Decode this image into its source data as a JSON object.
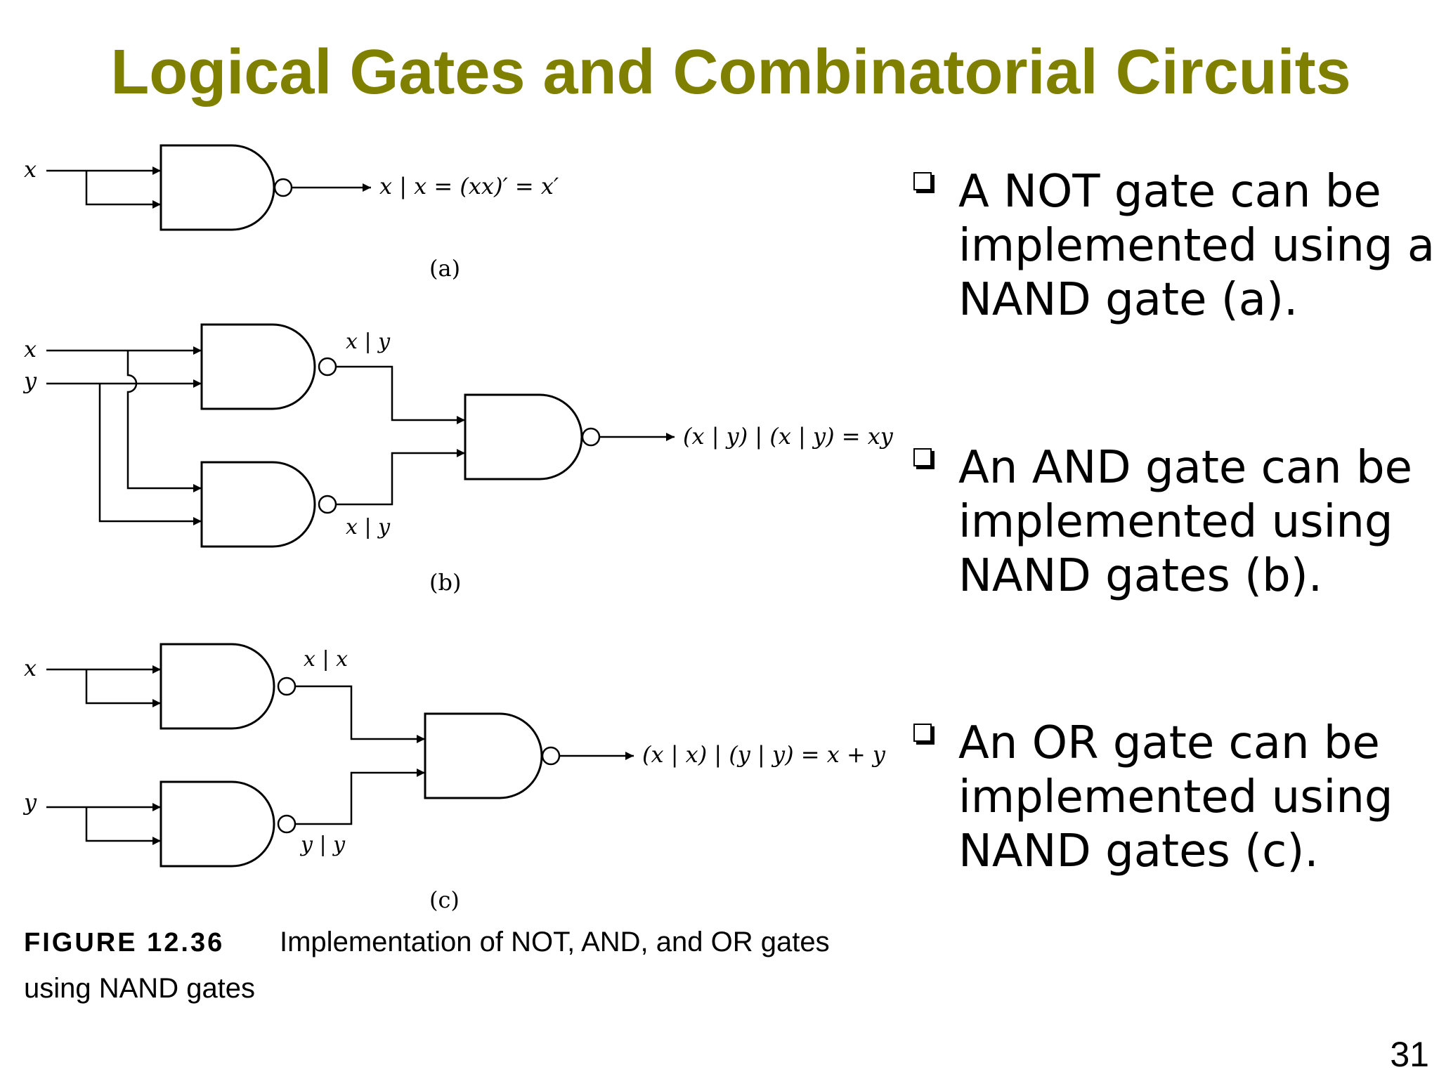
{
  "slide": {
    "title": "Logical Gates and Combinatorial Circuits",
    "page_number": "31"
  },
  "figure": {
    "panel_a": {
      "label": "(a)",
      "input": "x",
      "output": "x | x = (xx)′ = x′"
    },
    "panel_b": {
      "label": "(b)",
      "input_x": "x",
      "input_y": "y",
      "top_gate_output": "x | y",
      "bottom_gate_output": "x | y",
      "output": "(x | y) | (x | y)  =  xy"
    },
    "panel_c": {
      "label": "(c)",
      "input_x": "x",
      "input_y": "y",
      "top_gate_output": "x | x",
      "bottom_gate_output": "y | y",
      "output": "(x | x) | (y | y)  =  x + y"
    },
    "caption_heading": "FIGURE 12.36",
    "caption_line1": "Implementation of NOT, AND, and OR gates",
    "caption_line2": "using NAND gates"
  },
  "bullets": [
    "A NOT gate can be implemented using a NAND gate (a).",
    "An AND gate can be implemented using NAND gates (b).",
    "An OR gate can be implemented using NAND gates (c)."
  ]
}
